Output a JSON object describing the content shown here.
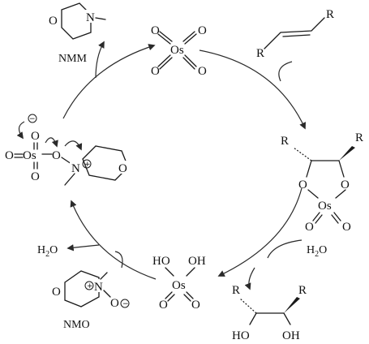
{
  "labels": {
    "nmm": "NMM",
    "nmo": "NMO",
    "h2o_left": "H",
    "h2o_left_sub": "2",
    "h2o_left_tail": "O",
    "h2o_right": "H",
    "h2o_right_sub": "2",
    "h2o_right_tail": "O"
  },
  "atoms": {
    "os": "Os",
    "o": "O",
    "n": "N",
    "r": "R",
    "ho": "HO",
    "oh": "OH"
  },
  "charges": {
    "plus": "+",
    "minus": "−"
  }
}
